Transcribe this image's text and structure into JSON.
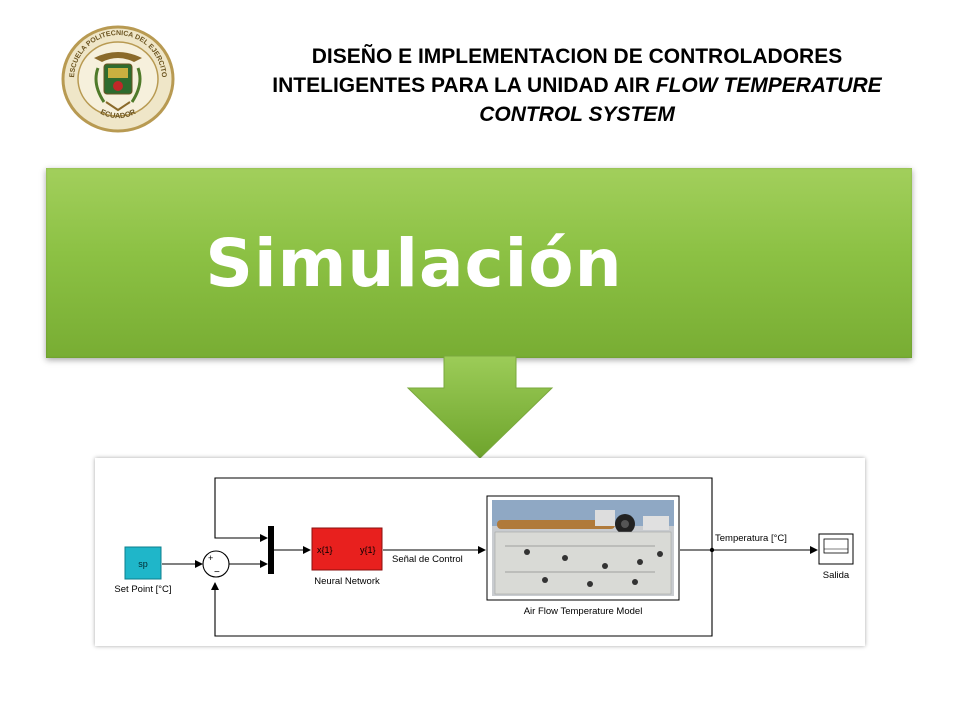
{
  "header": {
    "title_line1": "DISEÑO E IMPLEMENTACION DE CONTROLADORES",
    "title_line2_regular": "INTELIGENTES PARA LA UNIDAD AIR ",
    "title_line2_italic": "FLOW TEMPERATURE",
    "title_line3_italic": "CONTROL SYSTEM",
    "logo_text_top": "ESCUELA POLITECNICA DEL EJERCITO",
    "logo_text_bottom": "ECUADOR"
  },
  "banner": {
    "label": "Simulación",
    "color": "#8cc144"
  },
  "diagram": {
    "sp_block": "sp",
    "sp_caption": "Set Point [°C]",
    "sum_plus": "+",
    "sum_minus": "−",
    "nn_in": "x{1}",
    "nn_out": "y{1}",
    "nn_caption": "Neural Network",
    "control_signal": "Señal de Control",
    "plant_caption": "Air Flow Temperature Model",
    "output_signal": "Temperatura [°C]",
    "scope_caption": "Salida",
    "colors": {
      "sp": "#1fb6c9",
      "nn": "#e8201e",
      "line": "#000000"
    }
  }
}
